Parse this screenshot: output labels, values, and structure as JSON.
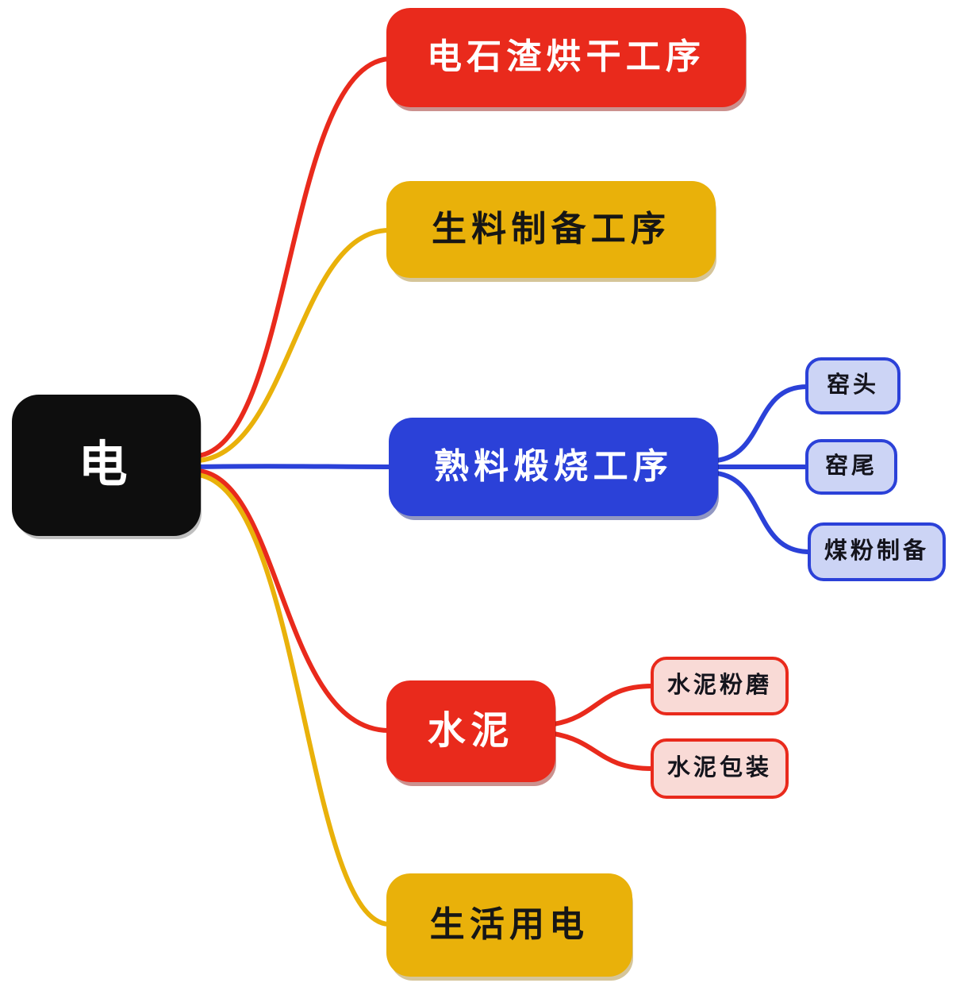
{
  "colors": {
    "black": "#0e0e0e",
    "red": "#e92a1c",
    "yellow": "#e9b10a",
    "blue": "#2b41d8",
    "lavender": "#ccd4f5",
    "pink": "#f9dad6"
  },
  "root": {
    "label": "电"
  },
  "branches": [
    {
      "label": "电石渣烘干工序",
      "color_key": "red"
    },
    {
      "label": "生料制备工序",
      "color_key": "yellow"
    },
    {
      "label": "熟料煅烧工序",
      "color_key": "blue",
      "children": [
        {
          "label": "窑头"
        },
        {
          "label": "窑尾"
        },
        {
          "label": "煤粉制备"
        }
      ]
    },
    {
      "label": "水泥",
      "color_key": "red",
      "children": [
        {
          "label": "水泥粉磨"
        },
        {
          "label": "水泥包装"
        }
      ]
    },
    {
      "label": "生活用电",
      "color_key": "yellow"
    }
  ]
}
